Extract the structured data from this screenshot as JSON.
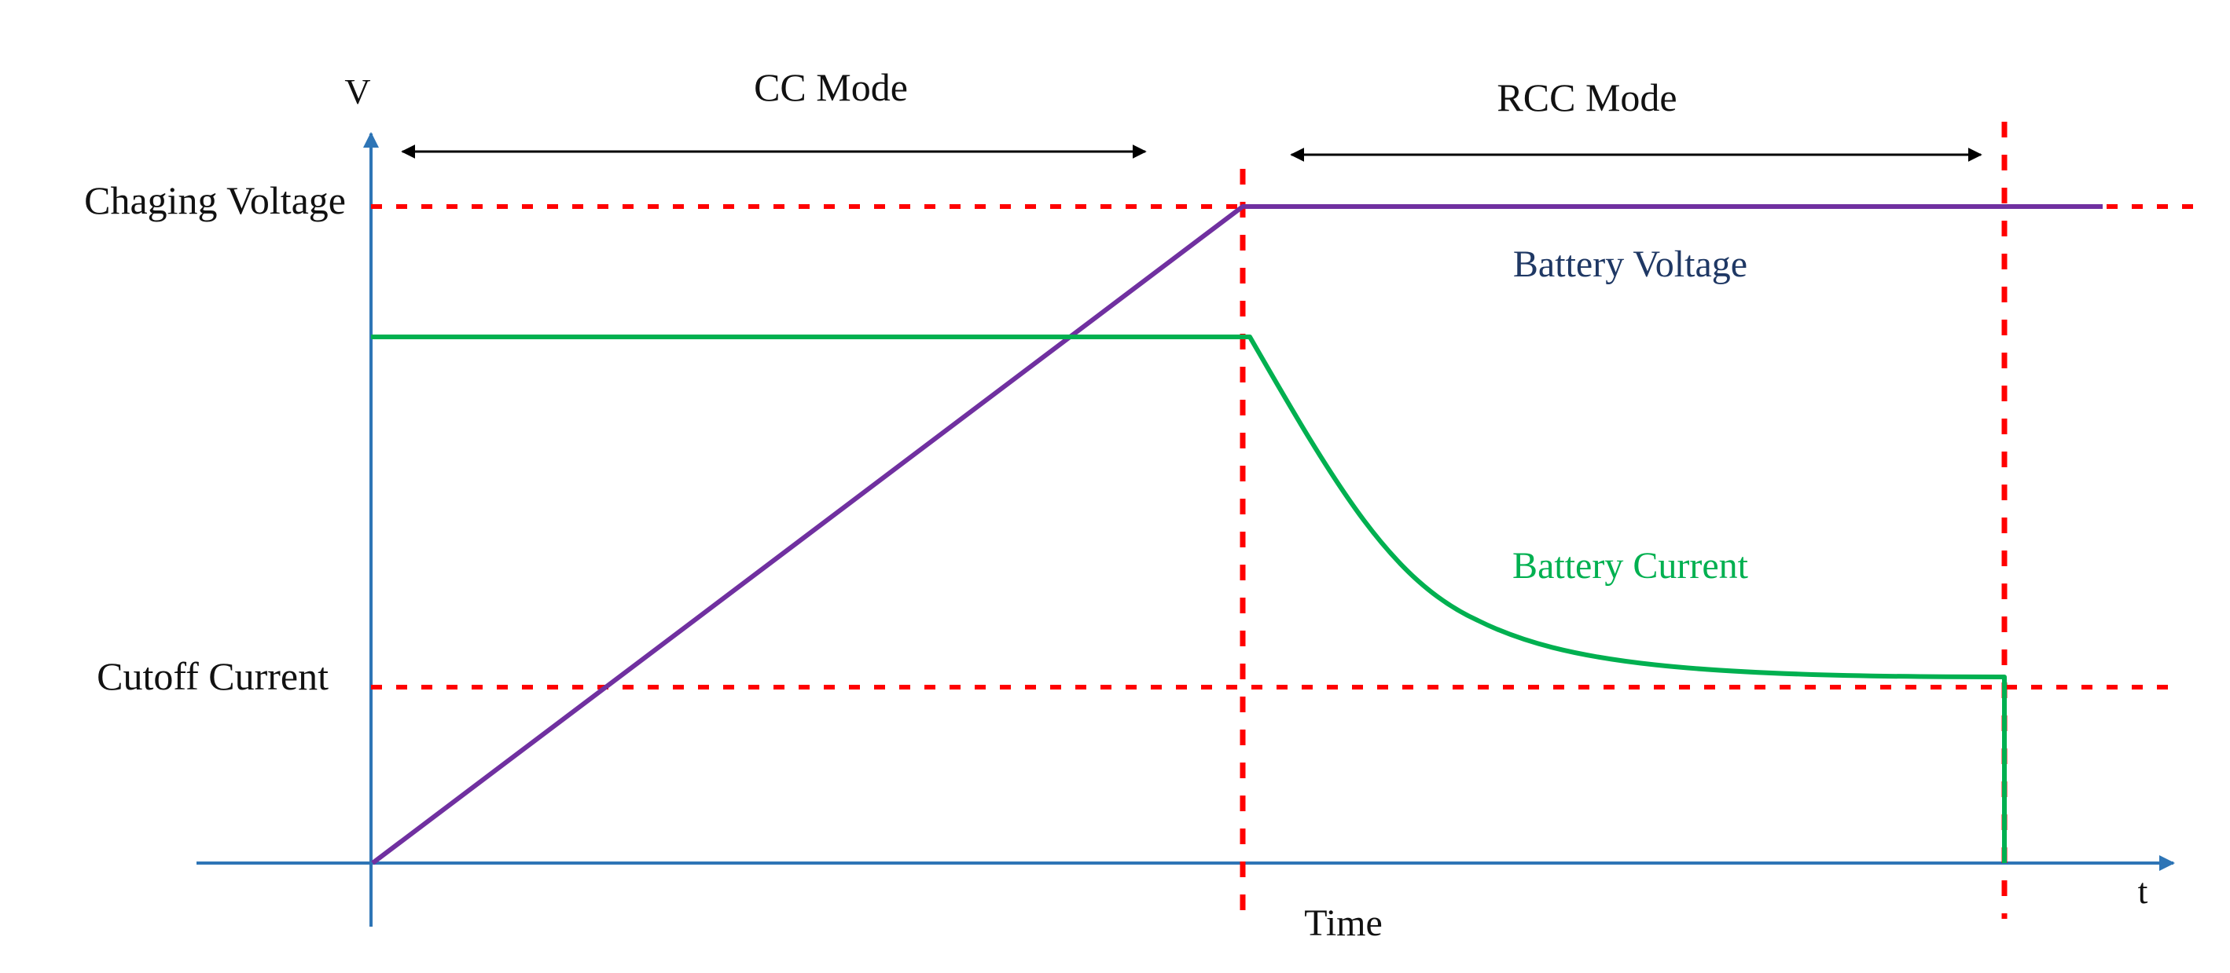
{
  "labels": {
    "y_axis": "V",
    "x_axis": "t",
    "time": "Time",
    "charging_voltage": "Chaging Voltage",
    "cutoff_current": "Cutoff Current",
    "cc_mode": "CC Mode",
    "rcc_mode": "RCC Mode",
    "battery_voltage": "Battery Voltage",
    "battery_current": "Battery Current"
  },
  "colors": {
    "axis": "#2e75b6",
    "guide": "#ff0000",
    "voltage": "#7030a0",
    "current": "#00b050",
    "voltage_label": "#1f3864",
    "current_label": "#00b050",
    "arrow": "#000000",
    "text": "#111111"
  }
}
